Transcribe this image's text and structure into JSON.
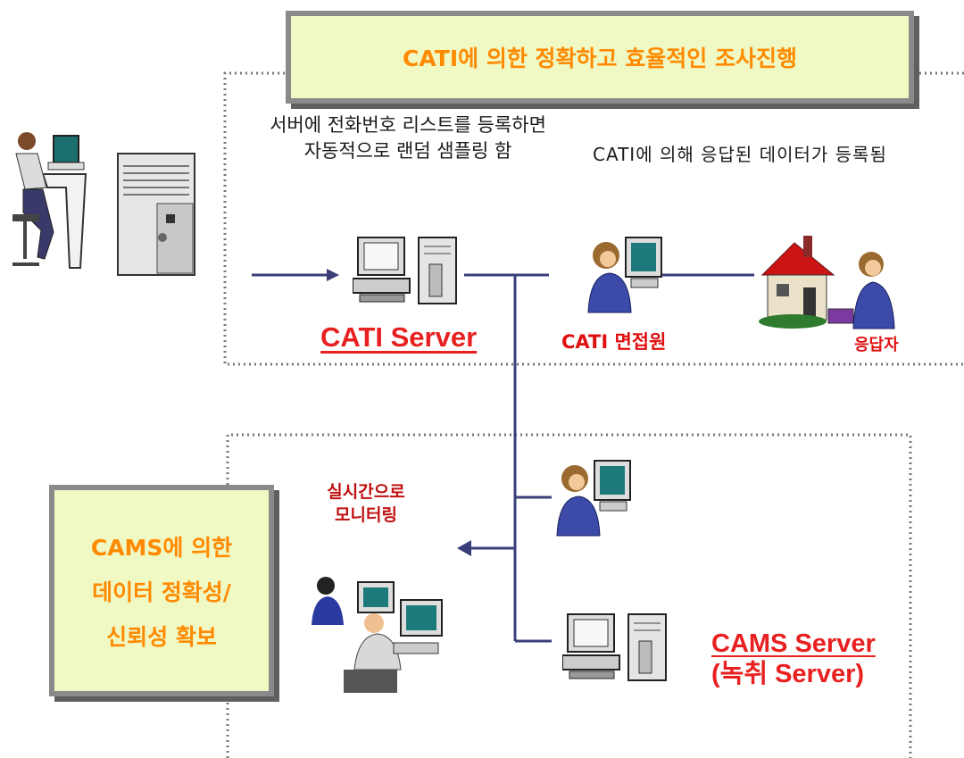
{
  "top_title": "CATI에 의한 정확하고 효율적인 조사진행",
  "side_title_lines": [
    "CAMS에 의한",
    "데이터 정확성/",
    "신뢰성 확보"
  ],
  "note_left_lines": [
    "서버에 전화번호 리스트를 등록하면",
    "자동적으로 랜덤 샘플링 함"
  ],
  "note_right": "CATI에 의해 응답된 데이터가 등록됨",
  "cati_server_label": "CATI Server",
  "interviewer_label": "CATI 면접원",
  "respondent_label": "응답자",
  "monitoring_lines": [
    "실시간으로",
    "모니터링"
  ],
  "cams_server_lines": [
    "CAMS Server",
    "(녹취 Server)"
  ],
  "colors": {
    "title_orange": "#ff8a00",
    "label_red": "#e01010",
    "box_fill": "#f0f8c4",
    "connector": "#3a3f7a"
  }
}
